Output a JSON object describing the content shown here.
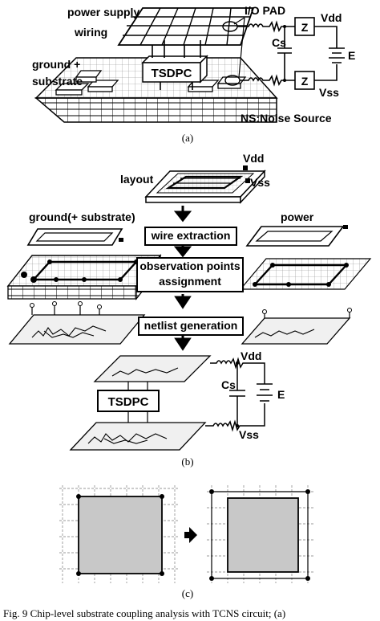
{
  "panel_a": {
    "power_supply_label_1": "power supply",
    "power_supply_label_2": "wiring",
    "io_pad_label": "I/O PAD",
    "ground_label_1": "ground +",
    "ground_label_2": "substrate",
    "tsdpc_label": "TSDPC",
    "cs_label": "Cs",
    "z_top": "Z",
    "z_bottom": "Z",
    "vdd_label": "Vdd",
    "vss_label": "Vss",
    "e_label": "E",
    "ns_label": "NS:Noise Source",
    "sub_caption": "(a)"
  },
  "panel_b": {
    "layout_label": "layout",
    "vdd_label": "Vdd",
    "vss_label": "Vss",
    "ground_label": "ground(+ substrate)",
    "power_label": "power",
    "step_1": "wire extraction",
    "step_2_line1": "observation points",
    "step_2_line2": "assignment",
    "step_3": "netlist generation",
    "tsdpc_label": "TSDPC",
    "vdd2_label": "Vdd",
    "vss2_label": "Vss",
    "cs_label": "Cs",
    "e_label": "E",
    "sub_caption": "(b)"
  },
  "panel_c": {
    "sub_caption": "(c)"
  },
  "figure_caption": "Fig. 9    Chip-level substrate coupling analysis with TCNS circuit; (a)"
}
